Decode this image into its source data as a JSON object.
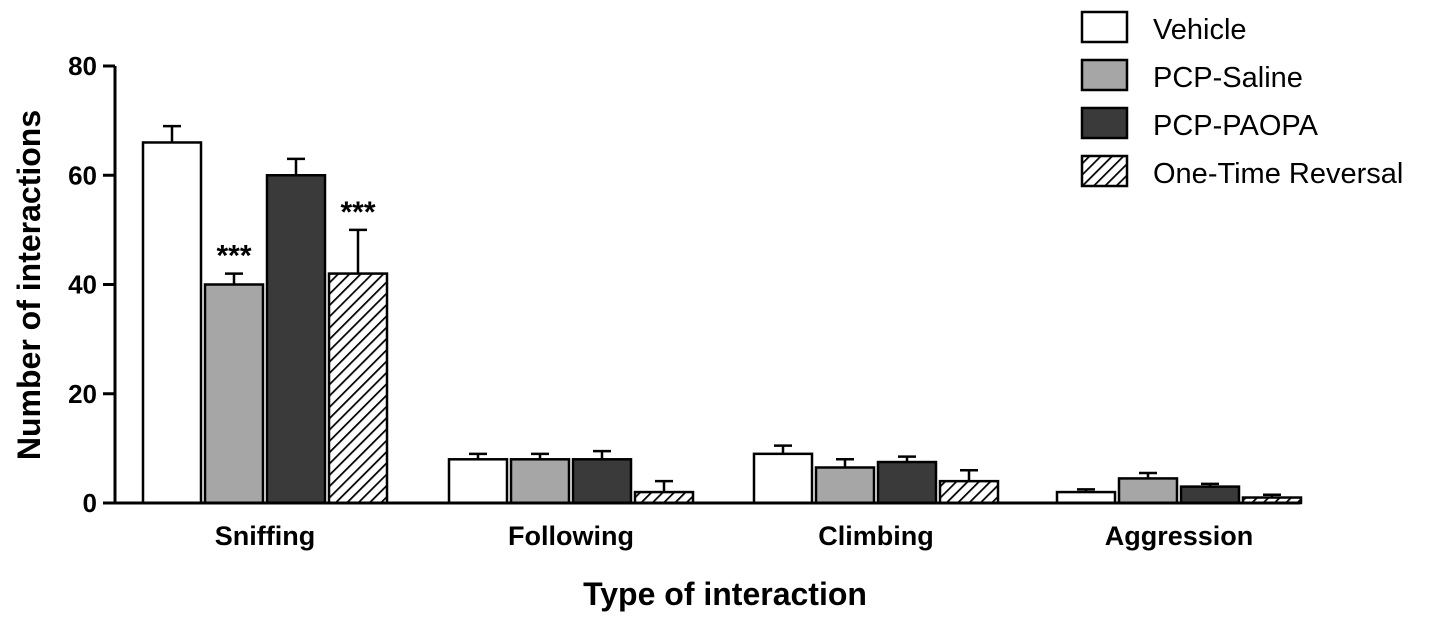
{
  "chart_data": {
    "type": "bar",
    "title": "",
    "xlabel": "Type of interaction",
    "ylabel": "Number of interactions",
    "ylim": [
      0,
      80
    ],
    "yticks": [
      0,
      20,
      40,
      60,
      80
    ],
    "grid": false,
    "legend_position": "top-right",
    "categories": [
      "Sniffing",
      "Following",
      "Climbing",
      "Aggression"
    ],
    "series": [
      {
        "name": "Vehicle",
        "fill": "#ffffff",
        "pattern": "none",
        "values": [
          66,
          8,
          9,
          2
        ],
        "errors": [
          3,
          1,
          1.5,
          0.5
        ],
        "significance": [
          "",
          "",
          "",
          ""
        ]
      },
      {
        "name": "PCP-Saline",
        "fill": "#a6a6a6",
        "pattern": "none",
        "values": [
          40,
          8,
          6.5,
          4.5
        ],
        "errors": [
          2,
          1,
          1.5,
          1
        ],
        "significance": [
          "***",
          "",
          "",
          ""
        ]
      },
      {
        "name": "PCP-PAOPA",
        "fill": "#3a3a3a",
        "pattern": "none",
        "values": [
          60,
          8,
          7.5,
          3
        ],
        "errors": [
          3,
          1.5,
          1,
          0.5
        ],
        "significance": [
          "",
          "",
          "",
          ""
        ]
      },
      {
        "name": "One-Time Reversal",
        "fill": "#ffffff",
        "pattern": "hatch",
        "values": [
          42,
          2,
          4,
          1
        ],
        "errors": [
          8,
          2,
          2,
          0.5
        ],
        "significance": [
          "***",
          "",
          "",
          ""
        ]
      }
    ]
  }
}
